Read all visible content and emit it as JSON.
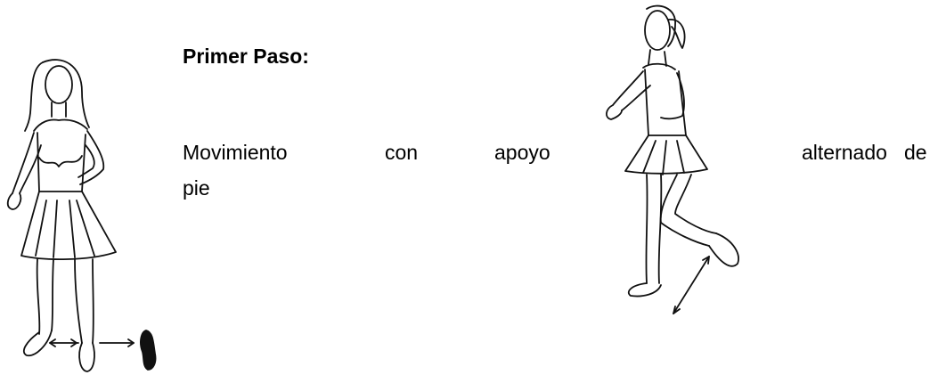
{
  "heading": "Primer Paso:",
  "body_words": {
    "w1": "Movimiento",
    "w2": "con",
    "w3": "apoyo",
    "w4": "alternado",
    "w5": "de",
    "w6": "pie"
  },
  "figures": {
    "left": "girl-standing-side-step",
    "right": "girl-walking-forward-back-step"
  }
}
